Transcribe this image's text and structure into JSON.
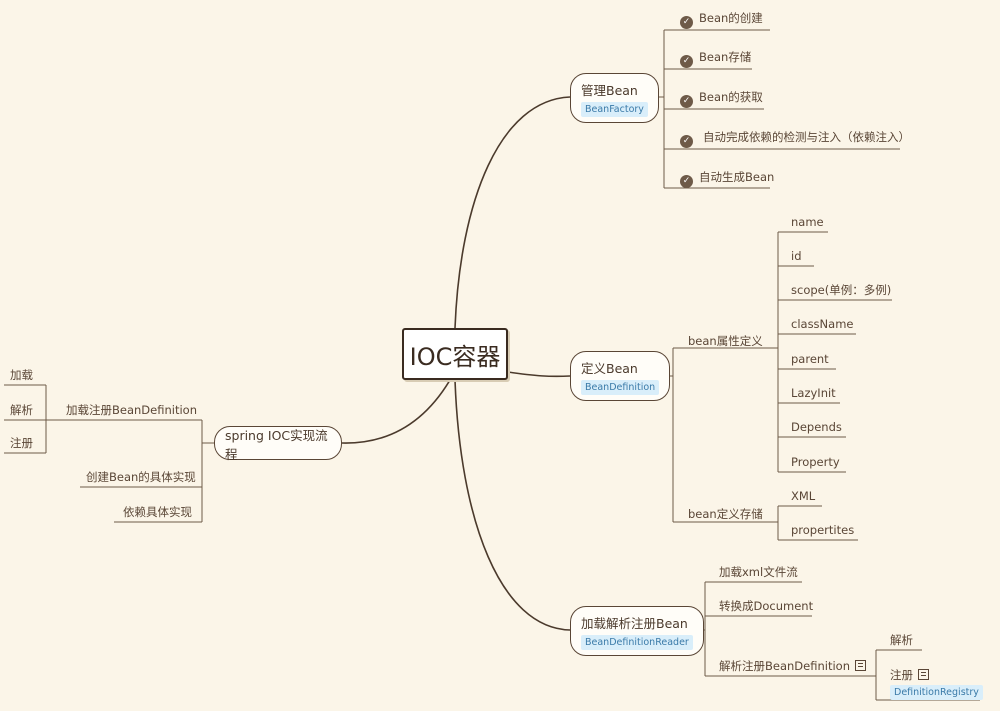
{
  "root": "IOC容器",
  "manage": {
    "title": "管理Bean",
    "tag": "BeanFactory",
    "items": [
      "Bean的创建",
      "Bean存储",
      "Bean的获取",
      "自动完成依赖的检测与注入（依赖注入）",
      "自动生成Bean"
    ]
  },
  "define": {
    "title": "定义Bean",
    "tag": "BeanDefinition",
    "attr_label": "bean属性定义",
    "attrs": [
      "name",
      "id",
      "scope(单例：多例)",
      "className",
      "parent",
      "LazyInit",
      "Depends",
      "Property"
    ],
    "store_label": "bean定义存储",
    "store": [
      "XML",
      "propertites"
    ]
  },
  "load": {
    "title": "加载解析注册Bean",
    "tag": "BeanDefinitionReader",
    "items": [
      "加载xml文件流",
      "转换成Document",
      "解析注册BeanDefinition"
    ],
    "sub": [
      "解析",
      "注册"
    ],
    "sub_tag": "DefinitionRegistry"
  },
  "flow": {
    "title": "spring IOC实现流程",
    "items": [
      "加载注册BeanDefinition",
      "创建Bean的具体实现",
      "依赖具体实现"
    ],
    "sub": [
      "加载",
      "解析",
      "注册"
    ]
  },
  "colors": {
    "background": "#fbf5e8",
    "line": "#5a4636",
    "tag_bg": "#d9eefa",
    "tag_text": "#3a7aa8"
  }
}
